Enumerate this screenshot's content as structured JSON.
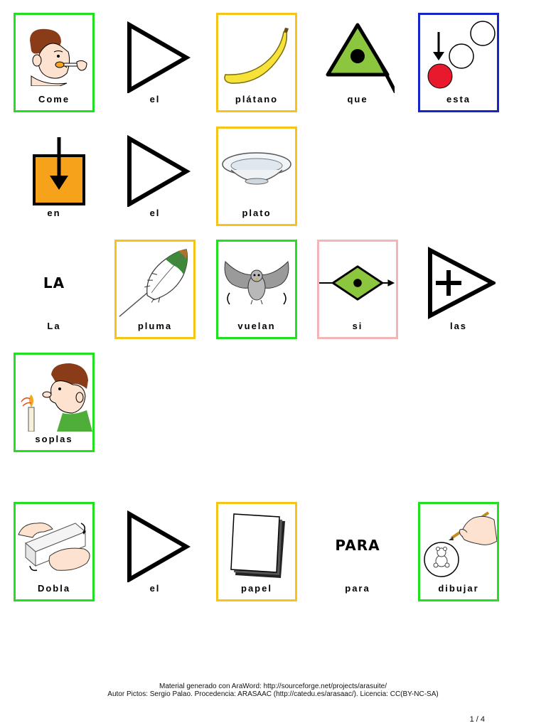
{
  "rows": [
    [
      {
        "word": "Come",
        "border": "#22e01f",
        "icon": "person-eating-icon"
      },
      {
        "word": "el",
        "border": "none",
        "icon": "article-triangle-icon"
      },
      {
        "word": "plátano",
        "border": "#f5c418",
        "icon": "banana-icon"
      },
      {
        "word": "que",
        "border": "none",
        "icon": "que-pronoun-icon"
      },
      {
        "word": "esta",
        "border": "#1525c8",
        "icon": "esta-icon"
      }
    ],
    [
      {
        "word": "en",
        "border": "none",
        "icon": "in-arrow-box-icon"
      },
      {
        "word": "el",
        "border": "none",
        "icon": "article-triangle-icon"
      },
      {
        "word": "plato",
        "border": "#f5c418",
        "icon": "plate-icon"
      }
    ],
    [
      {
        "word": "La",
        "border": "none",
        "text_icon": "LA"
      },
      {
        "word": "pluma",
        "border": "#f5c418",
        "icon": "feather-icon"
      },
      {
        "word": "vuelan",
        "border": "#22e01f",
        "icon": "flying-bird-icon"
      },
      {
        "word": "si",
        "border": "#f4b5b8",
        "icon": "conditional-diamond-icon"
      },
      {
        "word": "las",
        "border": "none",
        "icon": "plural-article-icon"
      }
    ],
    [
      {
        "word": "soplas",
        "border": "#22e01f",
        "icon": "boy-blowing-icon"
      }
    ],
    [
      {
        "word": "Dobla",
        "border": "#22e01f",
        "icon": "folding-hands-icon"
      },
      {
        "word": "el",
        "border": "none",
        "icon": "article-triangle-icon"
      },
      {
        "word": "papel",
        "border": "#f5c418",
        "icon": "paper-stack-icon"
      },
      {
        "word": "para",
        "border": "none",
        "text_icon": "PARA"
      },
      {
        "word": "dibujar",
        "border": "#22e01f",
        "icon": "hand-drawing-icon"
      }
    ]
  ],
  "footer": {
    "line1": "Material generado con AraWord: http://sourceforge.net/projects/arasuite/",
    "line2": "Autor Pictos: Sergio Palao. Procedencia: ARASAAC (http://catedu.es/arasaac/). Licencia: CC(BY-NC-SA)"
  },
  "page_number": "1 / 4"
}
